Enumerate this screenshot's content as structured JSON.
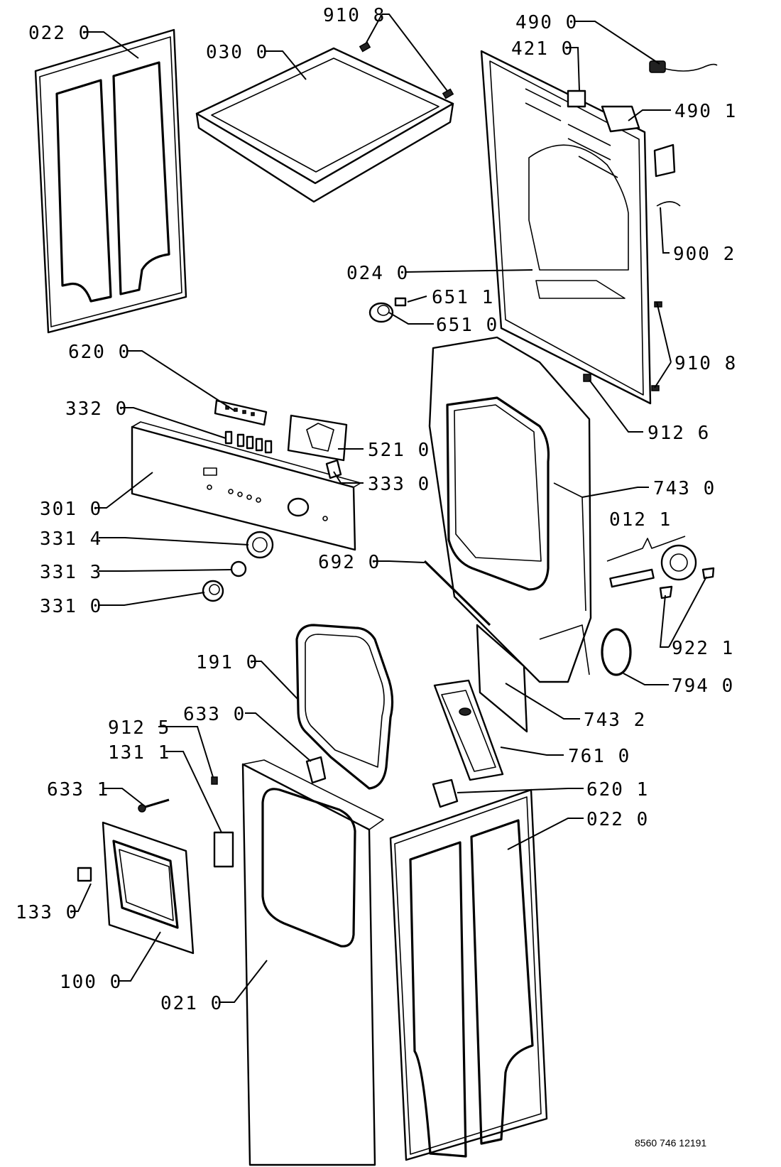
{
  "labels": {
    "p022_0_top": "022 0",
    "p030_0": "030 0",
    "p910_8_top": "910 8",
    "p490_0": "490 0",
    "p421_0": "421 0",
    "p490_1": "490 1",
    "p900_2": "900 2",
    "p024_0": "024 0",
    "p651_1": "651 1",
    "p651_0": "651 0",
    "p910_8_right": "910 8",
    "p620_0": "620 0",
    "p332_0": "332 0",
    "p521_0": "521 0",
    "p912_6": "912 6",
    "p333_0": "333 0",
    "p301_0": "301 0",
    "p743_0": "743 0",
    "p012_1": "012 1",
    "p331_4": "331 4",
    "p692_0": "692 0",
    "p331_3": "331 3",
    "p331_0": "331 0",
    "p922_1": "922 1",
    "p191_0": "191 0",
    "p794_0": "794 0",
    "p633_0": "633 0",
    "p912_5": "912 5",
    "p743_2": "743 2",
    "p131_1": "131 1",
    "p761_0": "761 0",
    "p633_1": "633 1",
    "p620_1": "620 1",
    "p022_0_bottom": "022 0",
    "p133_0": "133 0",
    "p100_0": "100 0",
    "p021_0": "021 0"
  },
  "document_number": "8560 746 12191"
}
